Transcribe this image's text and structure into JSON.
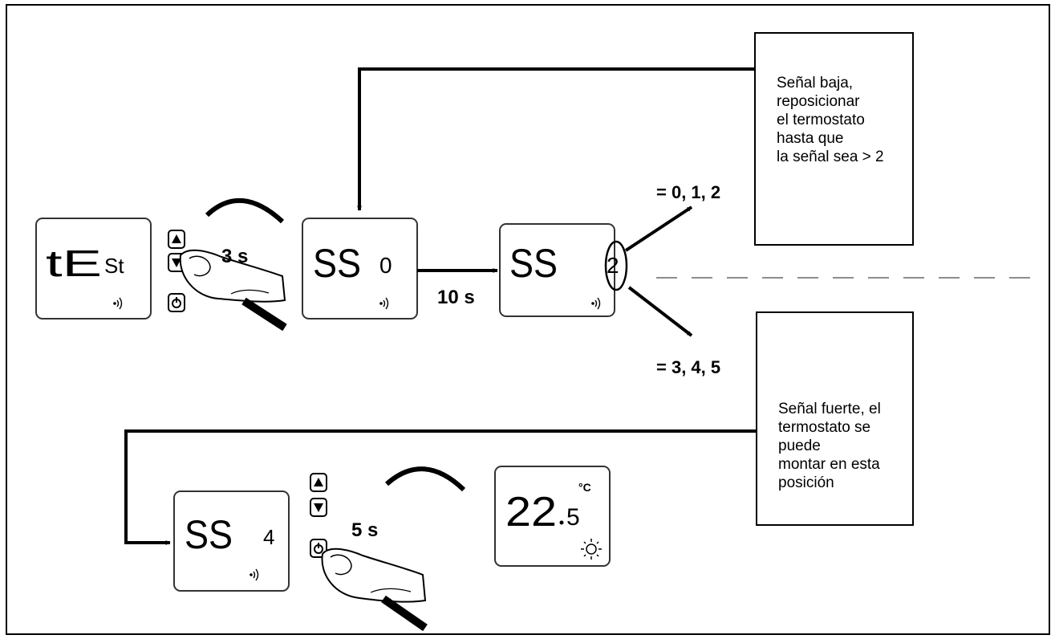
{
  "steps": {
    "hold_time": "3 s",
    "measure_time": "10 s",
    "confirm_time": "5 s"
  },
  "displays": {
    "test": {
      "main": "tE",
      "sub": "St"
    },
    "start": {
      "main": "SS",
      "sub": "0"
    },
    "reading": {
      "main": "SS",
      "sub": "2"
    },
    "final": {
      "main": "SS",
      "sub": "4"
    },
    "home": {
      "main": "22",
      "decimal": "5",
      "unit": "°C"
    }
  },
  "branches": {
    "low_values": "= 0, 1, 2",
    "high_values": "= 3, 4, 5"
  },
  "notes": {
    "low": {
      "lines": [
        "Señal baja, reposicionar",
        "el termostato hasta que",
        "la señal sea > 2"
      ]
    },
    "high": {
      "lines": [
        "Señal fuerte, el",
        "termostato se puede",
        "montar en esta",
        "posición"
      ]
    }
  },
  "icons": [
    "arrow-up-button-icon",
    "arrow-down-button-icon",
    "power-button-icon",
    "signal-icon",
    "finger-press-icon",
    "sun-icon"
  ]
}
